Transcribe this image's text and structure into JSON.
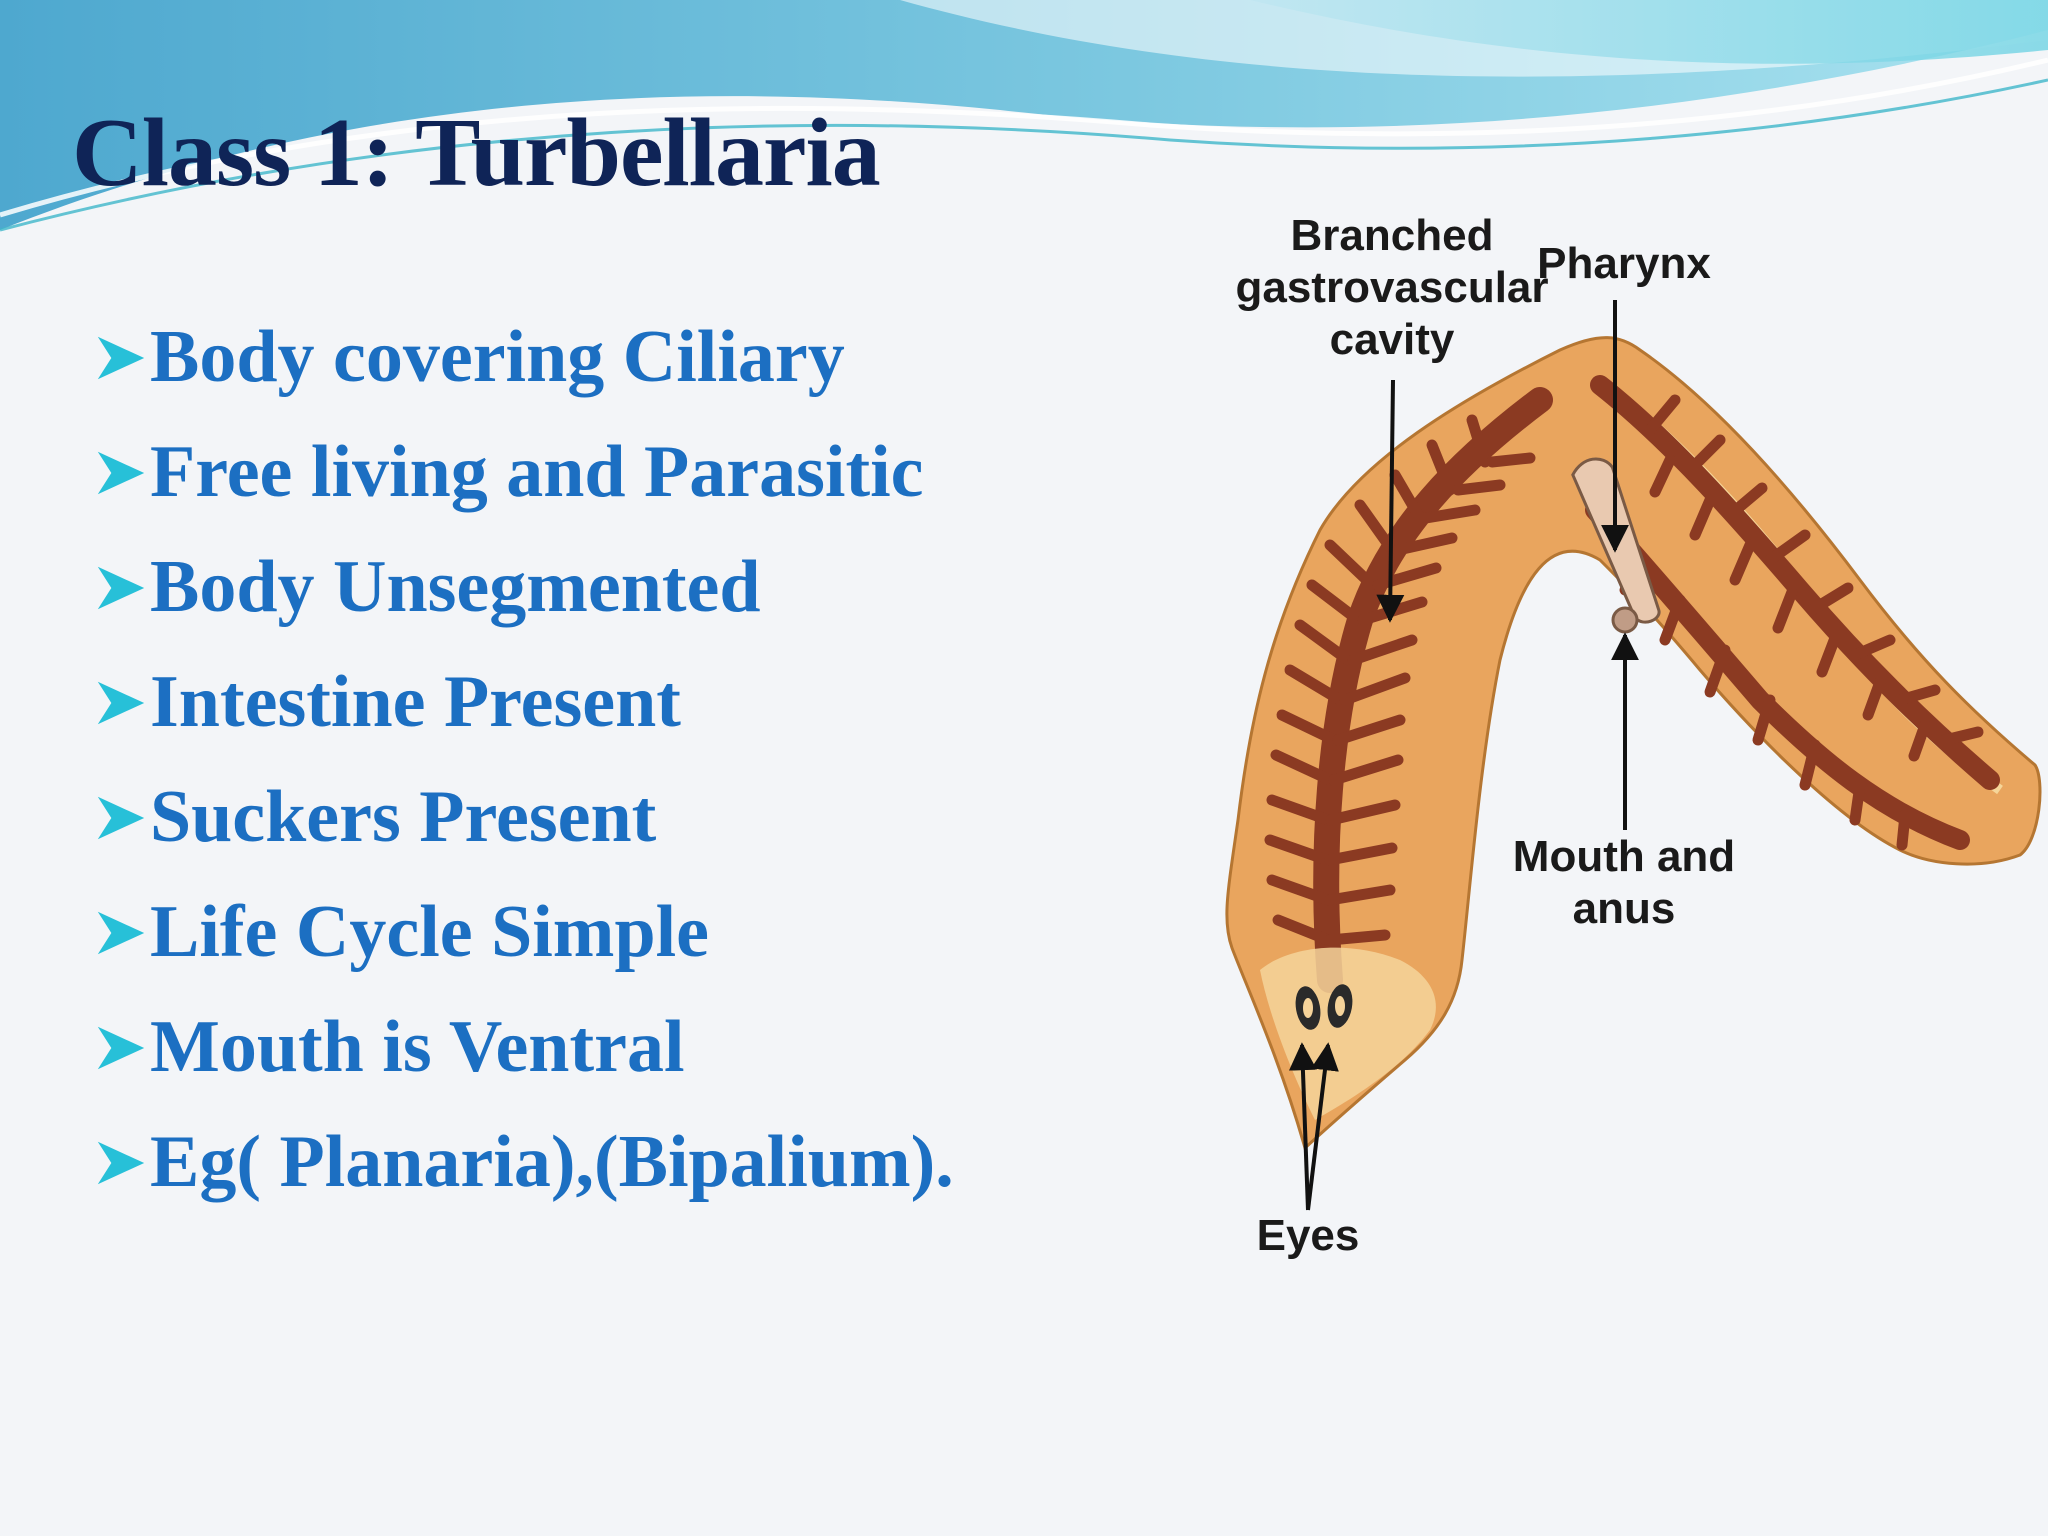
{
  "slide": {
    "title": "Class 1: Turbellaria",
    "bullets": [
      "Body covering Ciliary",
      "Free living and Parasitic",
      "Body Unsegmented",
      "Intestine Present",
      "Suckers Present",
      "Life Cycle Simple",
      "Mouth is Ventral",
      "Eg( Planaria),(Bipalium)."
    ]
  },
  "diagram": {
    "labels": {
      "gut_line1": "Branched",
      "gut_line2": "gastrovascular",
      "gut_line3": "cavity",
      "pharynx": "Pharynx",
      "mouth_line1": "Mouth and",
      "mouth_line2": "anus",
      "eyes": "Eyes"
    }
  },
  "colors": {
    "title": "#0f2457",
    "bullet_text": "#1c6fc2",
    "bullet_arrow": "#27c0d8",
    "body": "#e9a55e",
    "gut": "#8b3a22"
  }
}
